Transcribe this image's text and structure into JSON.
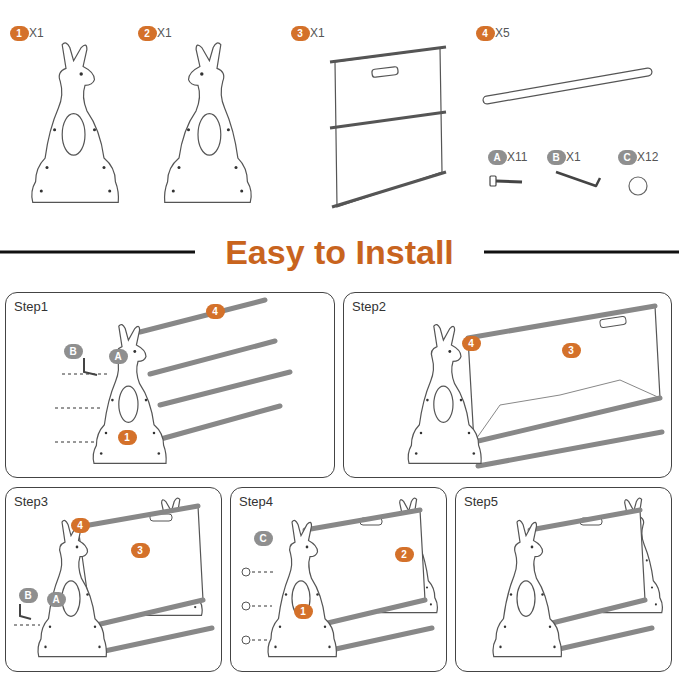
{
  "diagram": {
    "title": "Easy to Install",
    "nodes": [
      {
        "text": [
          "Step1"
        ]
      },
      {
        "text": [
          "Step2"
        ]
      },
      {
        "text": [
          "Step3"
        ]
      },
      {
        "text": [
          "Step4"
        ]
      },
      {
        "text": [
          "Step5"
        ]
      }
    ],
    "labels": [
      "1",
      "X1",
      "2",
      "X1",
      "3",
      "X1",
      "4",
      "X5",
      "A",
      "X11",
      "B",
      "X1",
      "C",
      "X12",
      "4",
      "B",
      "A",
      "1",
      "4",
      "3",
      "4",
      "3",
      "B",
      "A",
      "C",
      "2",
      "1"
    ]
  }
}
